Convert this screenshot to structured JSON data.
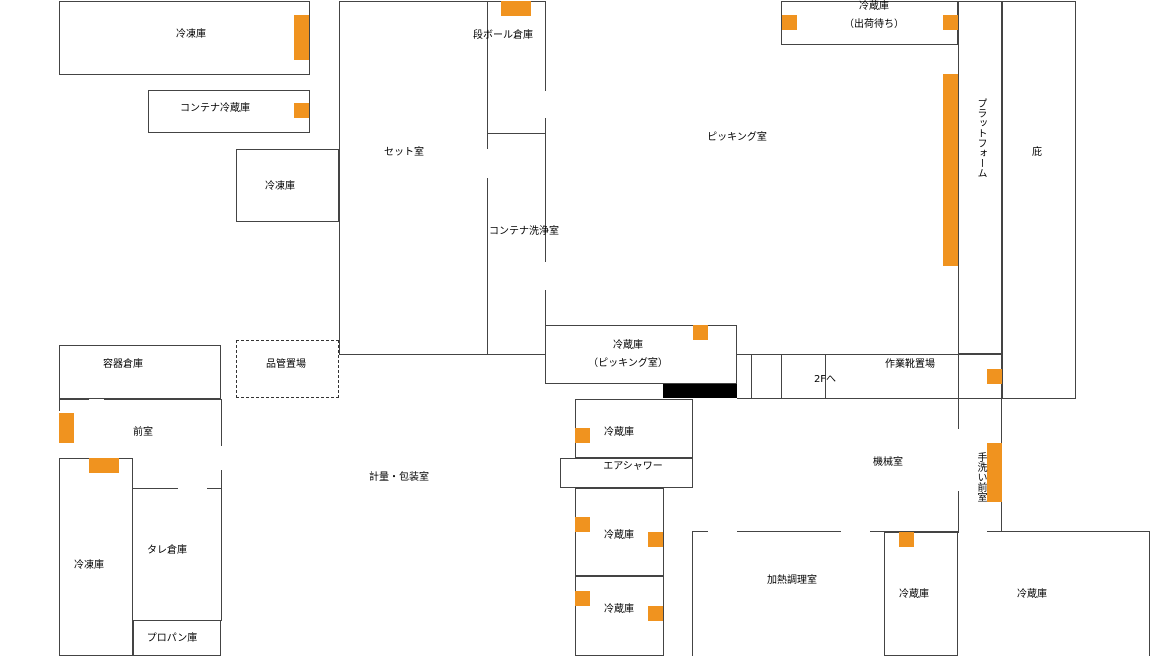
{
  "colors": {
    "marker": "#f0931f",
    "wall": "#444444",
    "background": "#ffffff"
  },
  "rooms": {
    "reitoko_top": "冷凍庫",
    "container_reizoko": "コンテナ冷蔵庫",
    "reitoko_mid": "冷凍庫",
    "set_room": "セット室",
    "danboru_soko": "段ボール倉庫",
    "container_senjo": "コンテナ洗浄室",
    "reizoko_shukka": "冷蔵庫",
    "reizoko_shukka_sub": "（出荷待ち）",
    "picking_room": "ピッキング室",
    "platform": "プラットフォーム",
    "hisashi": "庇",
    "yoki_soko": "容器倉庫",
    "hinkan_okiba": "品管置場",
    "reizoko_picking": "冷蔵庫",
    "reizoko_picking_sub": "（ピッキング室）",
    "to_2f": "2Fへ",
    "sagyogutsu_okiba": "作業靴置場",
    "zenshitsu": "前室",
    "keiryo_hoso": "計量・包装室",
    "reizoko_a": "冷蔵庫",
    "air_shower": "エアシャワー",
    "kikai_room": "機械室",
    "tearai_zenshitsu": "手洗い前室",
    "reitoko_left": "冷凍庫",
    "tare_soko": "タレ倉庫",
    "propane_ko": "プロパン庫",
    "reizoko_b": "冷蔵庫",
    "reizoko_c": "冷蔵庫",
    "kanetsu_chori": "加熱調理室",
    "reizoko_d": "冷蔵庫",
    "reizoko_e": "冷蔵庫"
  }
}
